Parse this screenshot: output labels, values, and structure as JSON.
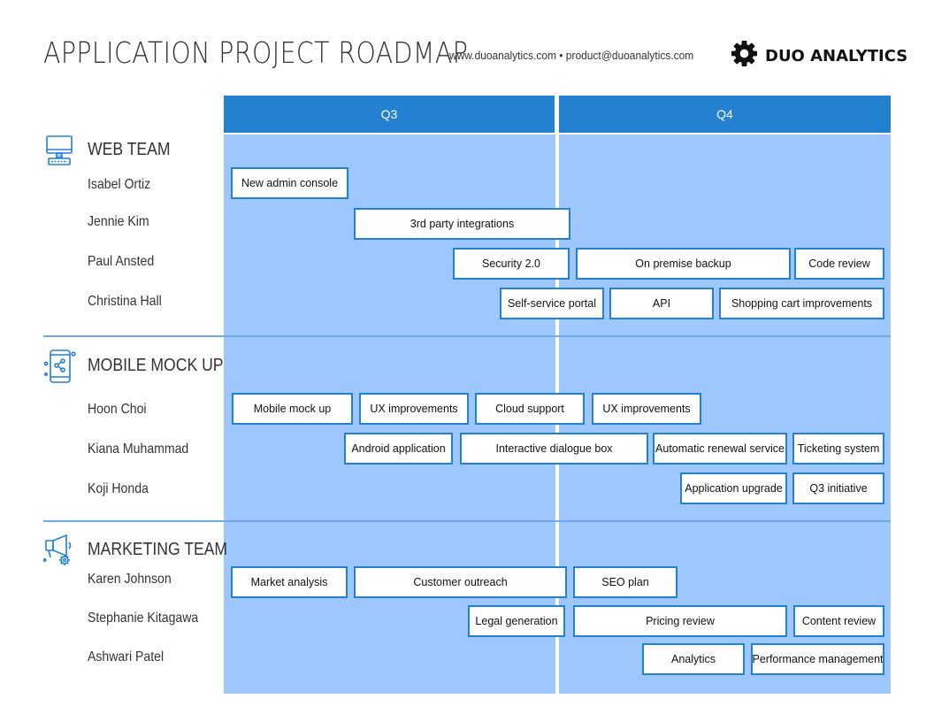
{
  "header": {
    "title": "APPLICATION PROJECT ROADMAP",
    "contact": "www.duoanalytics.com • product@duoanalytics.com",
    "brand_name": "DUO ANALYTICS",
    "brand_icon": "gear-icon"
  },
  "colors": {
    "header_bar": "#2480d0",
    "lane_background": "#9ec8fd",
    "task_border": "#2480d0"
  },
  "quarters": [
    {
      "label": "Q3"
    },
    {
      "label": "Q4"
    }
  ],
  "teams": [
    {
      "name": "WEB TEAM",
      "icon": "computer-icon",
      "members": [
        {
          "name": "Isabel Ortiz",
          "tasks": [
            "New admin console"
          ]
        },
        {
          "name": "Jennie Kim",
          "tasks": [
            "3rd party integrations"
          ]
        },
        {
          "name": "Paul Ansted",
          "tasks": [
            "Security 2.0",
            "On premise backup",
            "Code review"
          ]
        },
        {
          "name": "Christina Hall",
          "tasks": [
            "Self-service portal",
            "API",
            "Shopping cart improvements"
          ]
        }
      ]
    },
    {
      "name": "MOBILE MOCK UP",
      "icon": "mobile-share-icon",
      "members": [
        {
          "name": "Hoon Choi",
          "tasks": [
            "Mobile mock up",
            "UX improvements",
            "Cloud support",
            "UX improvements"
          ]
        },
        {
          "name": "Kiana Muhammad",
          "tasks": [
            "Android application",
            "Interactive dialogue box",
            "Automatic renewal service",
            "Ticketing system"
          ]
        },
        {
          "name": "Koji Honda",
          "tasks": [
            "Application upgrade",
            "Q3 initiative"
          ]
        }
      ]
    },
    {
      "name": "MARKETING TEAM",
      "icon": "megaphone-gear-icon",
      "members": [
        {
          "name": "Karen Johnson",
          "tasks": [
            "Market analysis",
            "Customer outreach",
            "SEO plan"
          ]
        },
        {
          "name": "Stephanie Kitagawa",
          "tasks": [
            "Legal generation",
            "Pricing review",
            "Content review"
          ]
        },
        {
          "name": "Ashwari Patel",
          "tasks": [
            "Analytics",
            "Performance management"
          ]
        }
      ]
    }
  ]
}
